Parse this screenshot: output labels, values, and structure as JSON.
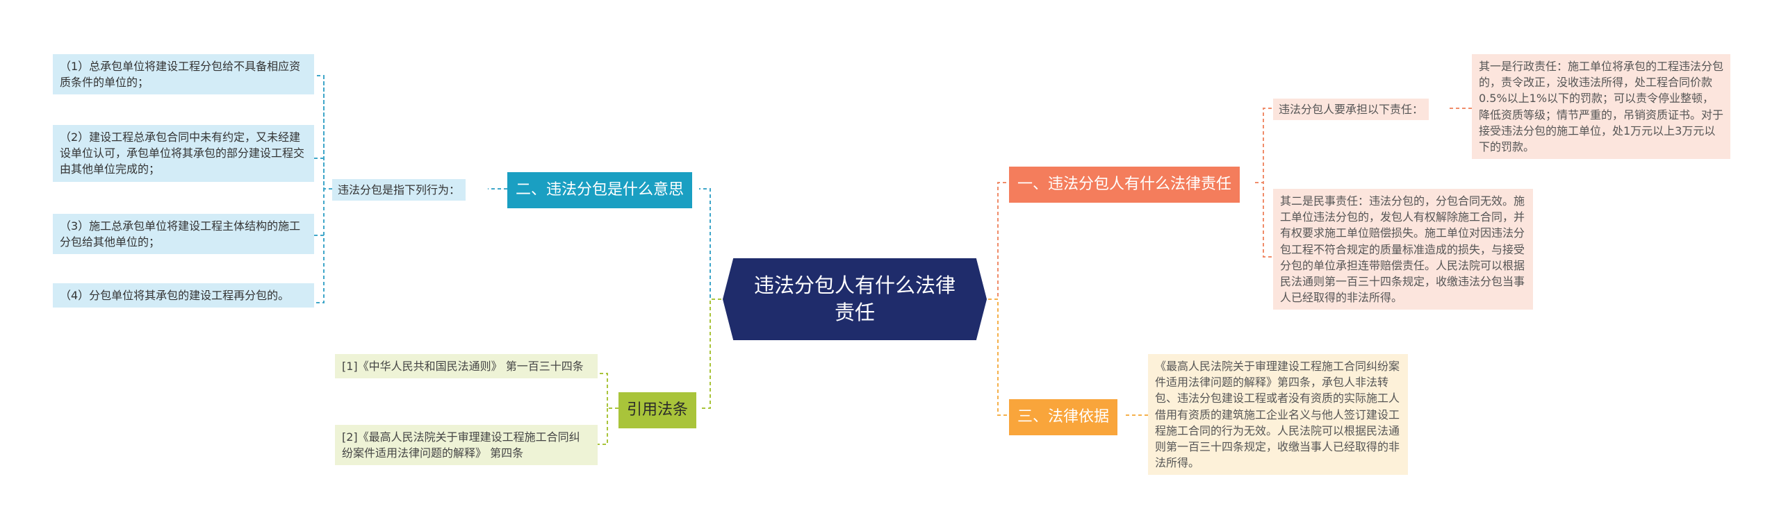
{
  "center": {
    "title": "违法分包人有什么法律责任"
  },
  "branches": {
    "b1": {
      "label": "一、违法分包人有什么法律责任",
      "color": "#f47d5c"
    },
    "b2": {
      "label": "二、违法分包是什么意思",
      "color": "#1a9fc2"
    },
    "b3": {
      "label": "三、法律依据",
      "color": "#f9a53b"
    },
    "b4": {
      "label": "引用法条",
      "color": "#a9c43a"
    }
  },
  "b1": {
    "sub_label": "违法分包人要承担以下责任：",
    "admin": "其一是行政责任：施工单位将承包的工程违法分包的，责令改正，没收违法所得，处工程合同价款0.5%以上1%以下的罚款；可以责令停业整顿，降低资质等级；情节严重的，吊销资质证书。对于接受违法分包的施工单位，处1万元以上3万元以下的罚款。",
    "civil": "其二是民事责任：违法分包的，分包合同无效。施工单位违法分包的，发包人有权解除施工合同，并有权要求施工单位赔偿损失。施工单位对因违法分包工程不符合规定的质量标准造成的损失，与接受分包的单位承担连带赔偿责任。人民法院可以根据民法通则第一百三十四条规定，收缴违法分包当事人已经取得的非法所得。"
  },
  "b2": {
    "sub_label": "违法分包是指下列行为：",
    "items": [
      "（1）总承包单位将建设工程分包给不具备相应资质条件的单位的；",
      "（2）建设工程总承包合同中未有约定，又未经建设单位认可，承包单位将其承包的部分建设工程交由其他单位完成的；",
      "（3）施工总承包单位将建设工程主体结构的施工分包给其他单位的；",
      "（4）分包单位将其承包的建设工程再分包的。"
    ]
  },
  "b3": {
    "text": "《最高人民法院关于审理建设工程施工合同纠纷案件适用法律问题的解释》第四条，承包人非法转包、违法分包建设工程或者没有资质的实际施工人借用有资质的建筑施工企业名义与他人签订建设工程施工合同的行为无效。人民法院可以根据民法通则第一百三十四条规定，收缴当事人已经取得的非法所得。"
  },
  "b4": {
    "items": [
      "[1]《中华人民共和国民法通则》 第一百三十四条",
      "[2]《最高人民法院关于审理建设工程施工合同纠纷案件适用法律问题的解释》 第四条"
    ]
  },
  "colors": {
    "center": "#1f2c6b",
    "blue_line": "#3fa6c9",
    "orange_line": "#f08c6a",
    "yellow_line": "#f5b04a",
    "green_line": "#a9c43a"
  }
}
